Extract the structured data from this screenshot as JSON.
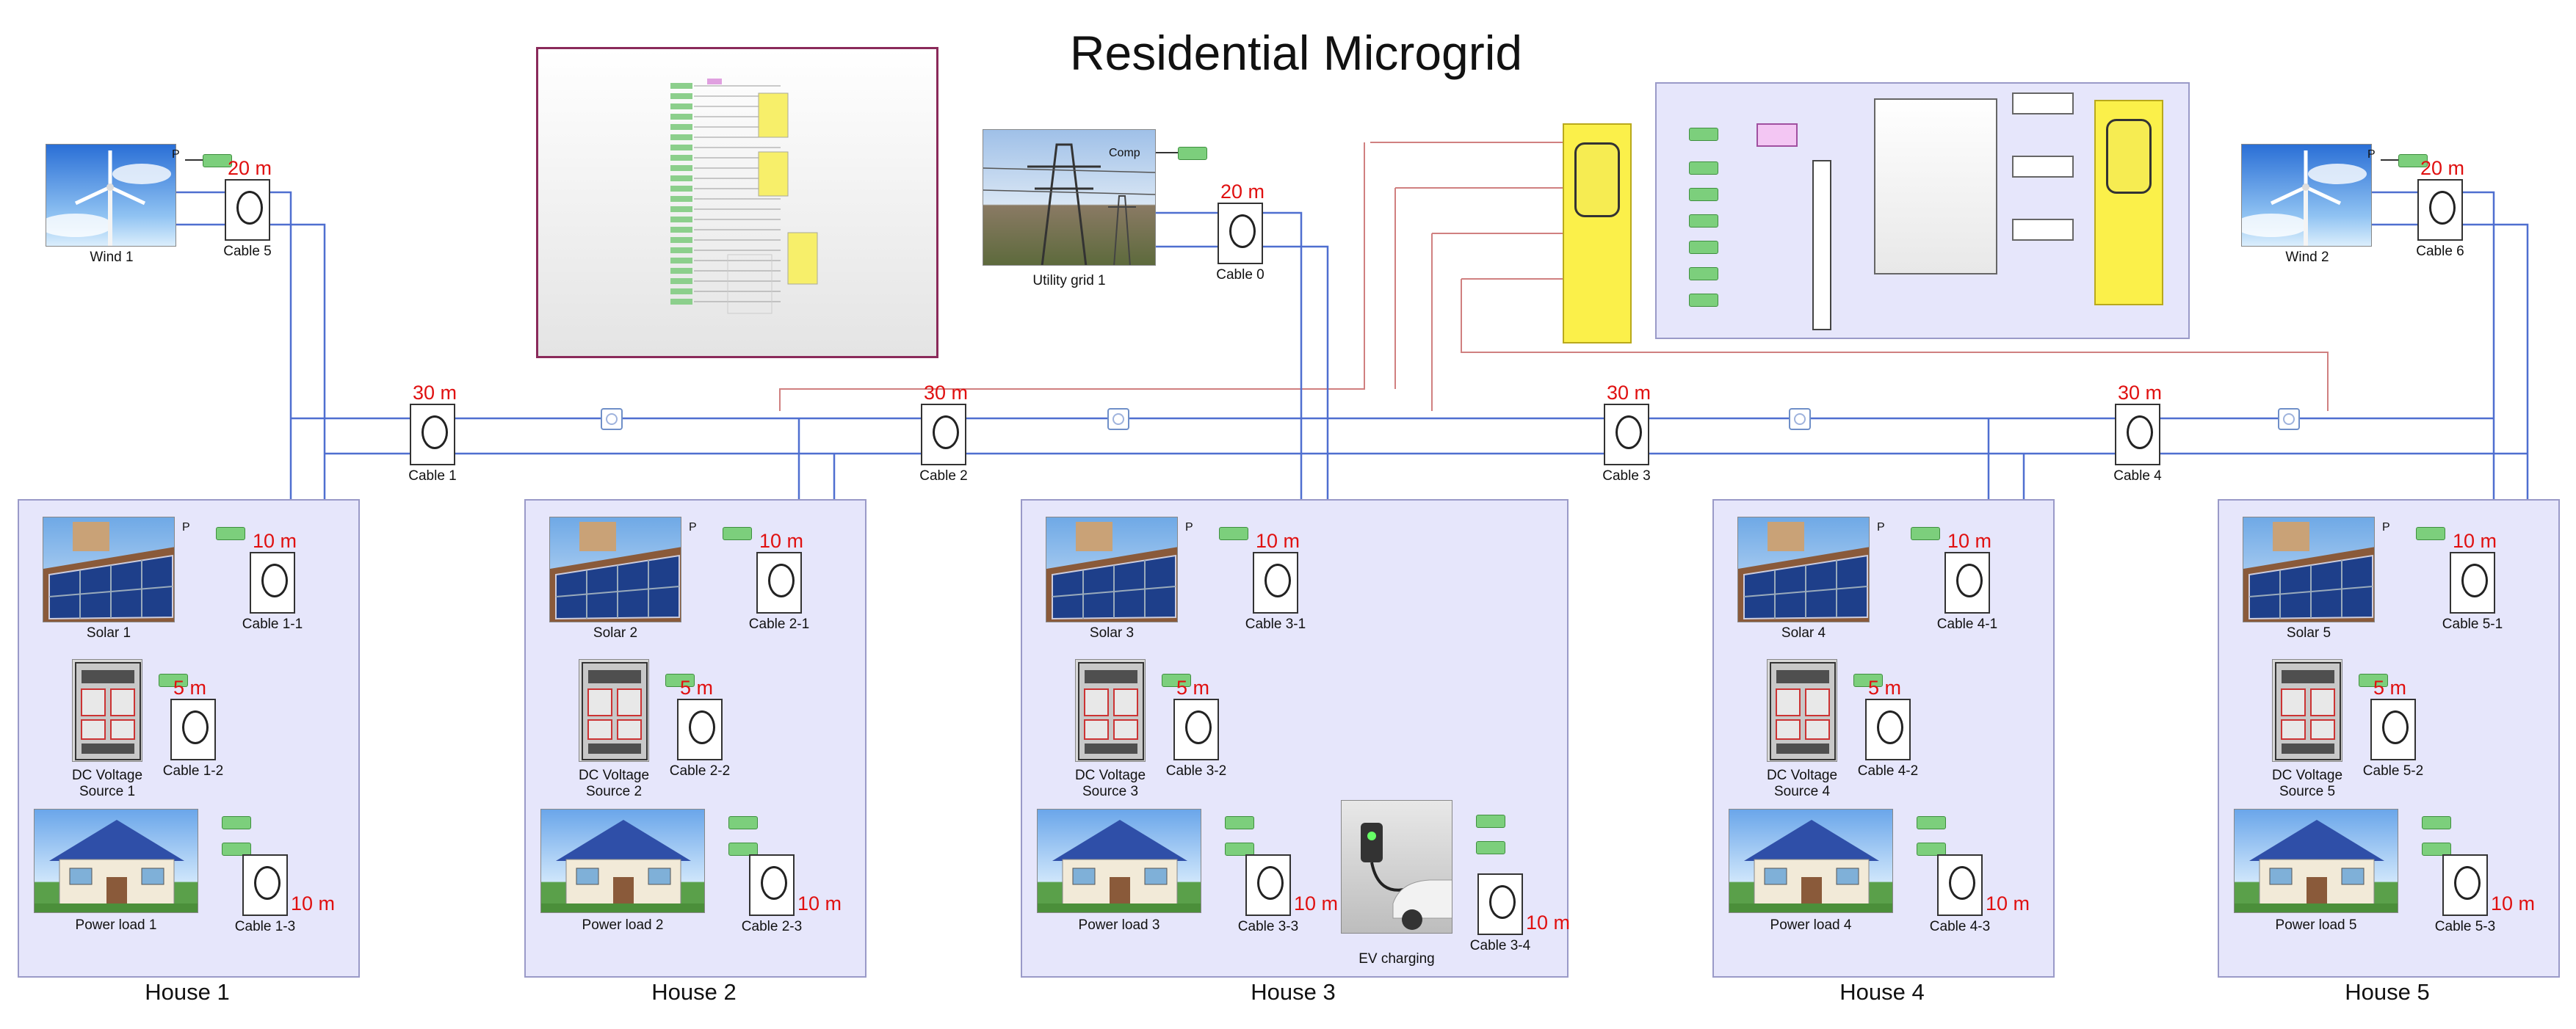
{
  "title": "Residential Microgrid",
  "wind": [
    {
      "label": "Wind 1",
      "cable_label": "Cable 5",
      "cable_length": "20 m",
      "port_p": "P"
    },
    {
      "label": "Wind 2",
      "cable_label": "Cable 6",
      "cable_length": "20 m",
      "port_p": "P"
    }
  ],
  "utility": {
    "label": "Utility grid 1",
    "port": "Comp",
    "cable_label": "Cable 0",
    "cable_length": "20 m"
  },
  "backbone": [
    {
      "cable_label": "Cable 1",
      "cable_length": "30 m"
    },
    {
      "cable_label": "Cable 2",
      "cable_length": "30 m"
    },
    {
      "cable_label": "Cable 3",
      "cable_length": "30 m"
    },
    {
      "cable_label": "Cable 4",
      "cable_length": "30 m"
    }
  ],
  "houses": [
    {
      "label": "House 1",
      "solar": "Solar 1",
      "solar_cable": "Cable 1-1",
      "dc": "DC Voltage\nSource 1",
      "dc_cable": "Cable 1-2",
      "load": "Power load 1",
      "load_cable": "Cable 1-3",
      "port_p": "P"
    },
    {
      "label": "House 2",
      "solar": "Solar 2",
      "solar_cable": "Cable 2-1",
      "dc": "DC Voltage\nSource 2",
      "dc_cable": "Cable 2-2",
      "load": "Power load 2",
      "load_cable": "Cable 2-3",
      "port_p": "P"
    },
    {
      "label": "House 3",
      "solar": "Solar 3",
      "solar_cable": "Cable 3-1",
      "dc": "DC Voltage\nSource 3",
      "dc_cable": "Cable 3-2",
      "load": "Power load 3",
      "load_cable": "Cable 3-3",
      "ev": "EV charging",
      "ev_cable": "Cable 3-4",
      "port_p": "P"
    },
    {
      "label": "House 4",
      "solar": "Solar 4",
      "solar_cable": "Cable 4-1",
      "dc": "DC Voltage\nSource 4",
      "dc_cable": "Cable 4-2",
      "load": "Power load 4",
      "load_cable": "Cable 4-3",
      "port_p": "P"
    },
    {
      "label": "House 5",
      "solar": "Solar 5",
      "solar_cable": "Cable 5-1",
      "dc": "DC Voltage\nSource 5",
      "dc_cable": "Cable 5-2",
      "load": "Power load 5",
      "load_cable": "Cable 5-3",
      "port_p": "P"
    }
  ],
  "lengths": {
    "solar": "10 m",
    "dc": "5 m",
    "load": "10 m",
    "ev": "10 m"
  },
  "colors": {
    "house_fill": "#e6e6fb",
    "wire": "#4f6fd0",
    "signal": "#d08080",
    "length_text": "#e01010",
    "scope": "#fbf04a"
  }
}
